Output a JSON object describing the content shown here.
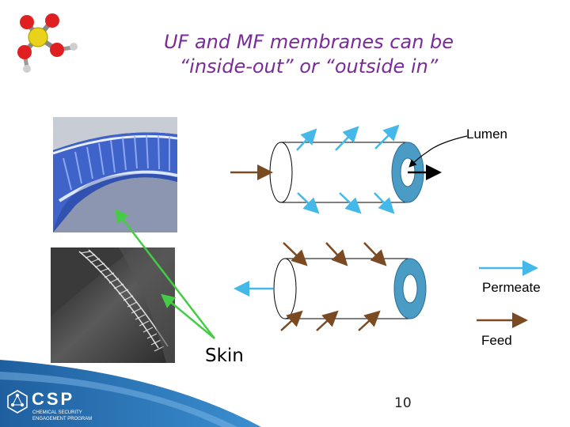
{
  "slide": {
    "title_line1": "UF and MF membranes can be",
    "title_line2": "“inside-out” or “outside in”",
    "page_number": "10"
  },
  "labels": {
    "lumen": "Lumen",
    "permeate": "Permeate",
    "feed": "Feed",
    "skin": "Skin"
  },
  "logo": {
    "name": "CSP",
    "line1": "CHEMICAL SECURITY",
    "line2": "ENGAGEMENT PROGRAM"
  },
  "colors": {
    "title": "#7a2a9a",
    "permeate_arrow": "#44b8e8",
    "feed_arrow": "#7a4a22",
    "lumen_ring": "#4a9cc4",
    "skin_pointer": "#44cc44",
    "footer_band": "#1f5f9f"
  },
  "icons": [
    "molecule-icon",
    "csp-logo-icon"
  ]
}
